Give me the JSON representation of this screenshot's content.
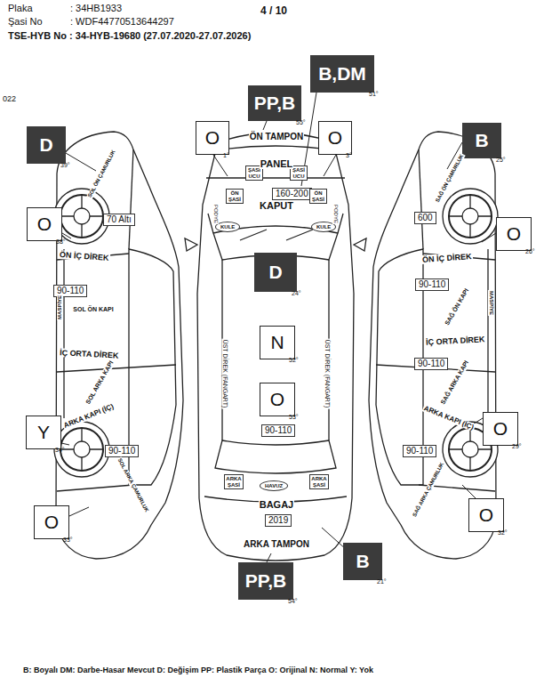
{
  "diagram": {
    "nodes": [
      {
        "text": [
          "PP,B",
          "55°"
        ]
      },
      {
        "text": [
          "B,DM",
          "51°"
        ]
      },
      {
        "text": [
          "O",
          "1°"
        ]
      },
      {
        "text": [
          "O",
          "3°"
        ]
      },
      {
        "text": [
          "D",
          "39°"
        ]
      },
      {
        "text": [
          "B",
          "25°"
        ]
      },
      {
        "text": [
          "O",
          "38°"
        ]
      },
      {
        "text": [
          "O",
          "26°"
        ]
      },
      {
        "text": [
          "D",
          "24°"
        ]
      },
      {
        "text": [
          "N",
          "52°"
        ]
      },
      {
        "text": [
          "O",
          "53°"
        ]
      },
      {
        "text": [
          "Y",
          "34°"
        ]
      },
      {
        "text": [
          "O",
          "29°"
        ]
      },
      {
        "text": [
          "O",
          "33°"
        ]
      },
      {
        "text": [
          "O",
          "32°"
        ]
      },
      {
        "text": [
          "B",
          "21°"
        ]
      },
      {
        "text": [
          "PP,B",
          "54°"
        ]
      },
      {
        "text": [
          "70 Altı"
        ]
      },
      {
        "text": [
          "90-110"
        ]
      },
      {
        "text": [
          "90-110"
        ]
      },
      {
        "text": [
          "160-200"
        ]
      },
      {
        "text": [
          "90-110"
        ]
      },
      {
        "text": [
          "600"
        ]
      },
      {
        "text": [
          "90-110"
        ]
      },
      {
        "text": [
          "90-110"
        ]
      },
      {
        "text": [
          "90-110"
        ]
      },
      {
        "text": [
          "2019"
        ]
      },
      {
        "text": [
          "ŞASİ UCU"
        ]
      },
      {
        "text": [
          "ŞASİ UCU"
        ]
      },
      {
        "text": [
          "ÖN ŞASİ"
        ]
      },
      {
        "text": [
          "ÖN ŞASİ"
        ]
      },
      {
        "text": [
          "KULE"
        ]
      },
      {
        "text": [
          "KULE"
        ]
      },
      {
        "text": [
          "ARKA ŞASİ"
        ]
      },
      {
        "text": [
          "ARKA ŞASİ"
        ]
      },
      {
        "text": [
          "HAVUZ"
        ]
      }
    ],
    "labels": [
      "Plaka",
      ": 34HB1933",
      "Şasi No",
      ": WDF44770513644297",
      "4 / 10",
      "TSE-HYB No : 34-HYB-19680 (27.07.2020-27.07.2026)",
      "022",
      "ÖN TAMPON",
      "PANEL",
      "KAPUT",
      "PODYE",
      "PODYE",
      "ÜST DİREK (FANGART)",
      "ÜST DİREK (FANGART)",
      "BAGAJ",
      "ARKA TAMPON",
      "SOL ÖN ÇAMURLUK",
      "ÖN İÇ DİREK",
      "MASPİYE",
      "SOL ÖN KAPI",
      "İÇ ORTA DİREK",
      "SOL ARKA KAPI",
      "ARKA KAPI (İÇ)",
      "SOL ARKA ÇAMURLUK",
      "SAĞ ÖN ÇAMURLUK",
      "ÖN İÇ DİREK",
      "MASPİYE",
      "SAĞ ÖN KAPI",
      "İÇ ORTA DİREK",
      "SAĞ ARKA KAPI",
      "ARKA KAPI (İÇ)",
      "SAĞ ARKA ÇAMURLUK",
      "B: Boyalı DM: Darbe-Hasar Mevcut D: Değişim PP: Plastik Parça O: Orijinal N: Normal Y: Yok"
    ]
  }
}
